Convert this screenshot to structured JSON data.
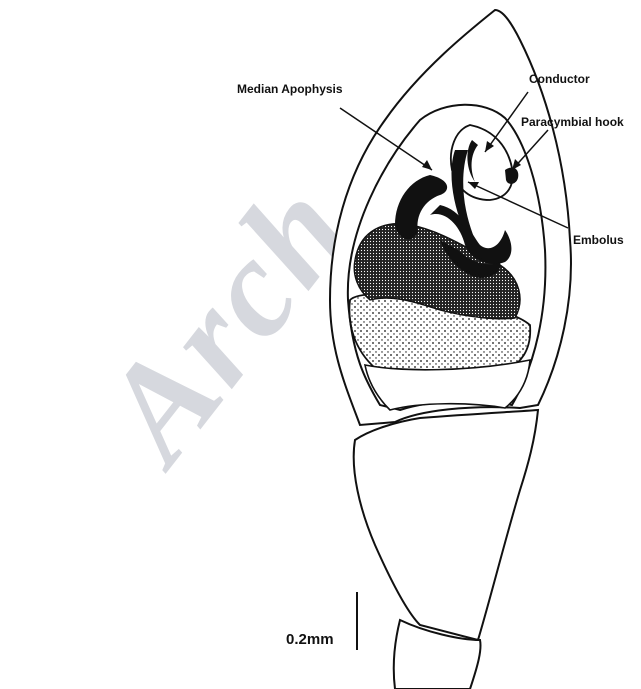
{
  "watermark": {
    "text": "Arch",
    "color": "#c9ccd3"
  },
  "labels": {
    "median_apophysis": "Median Apophysis",
    "conductor": "Conductor",
    "paracymbial_hook": "Paracymbial hook",
    "embolus": "Embolus"
  },
  "scale_bar": {
    "label": "0.2mm"
  },
  "colors": {
    "ink": "#111111",
    "background": "#ffffff"
  }
}
